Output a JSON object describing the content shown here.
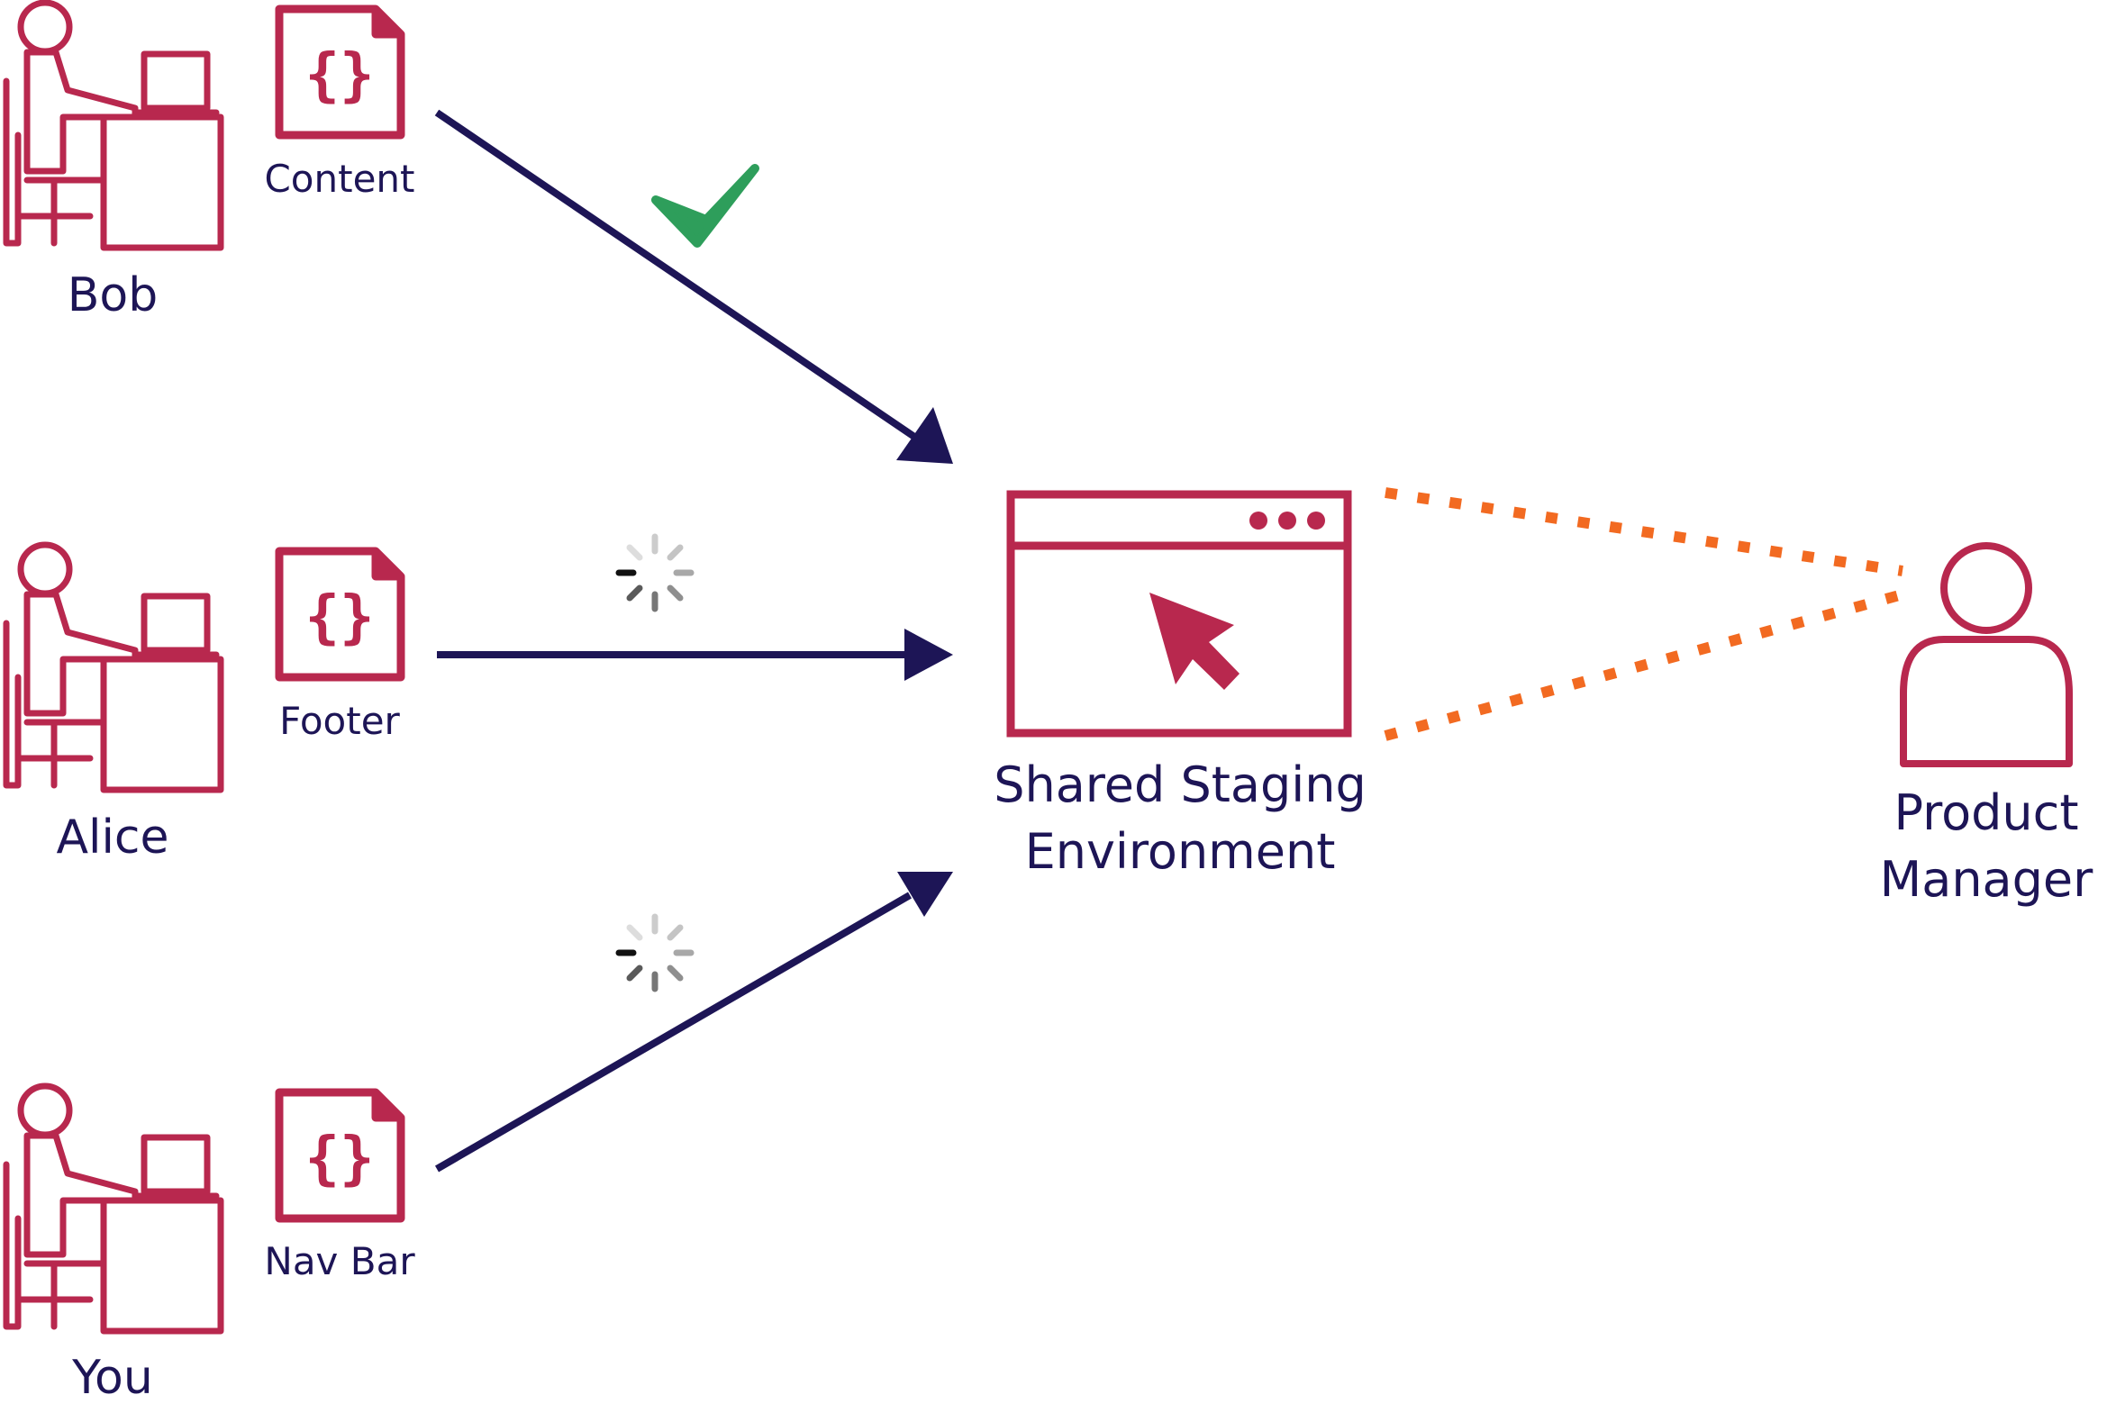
{
  "developers": [
    {
      "name": "Bob",
      "component": "Content",
      "status": "done"
    },
    {
      "name": "Alice",
      "component": "Footer",
      "status": "in-progress"
    },
    {
      "name": "You",
      "component": "Nav Bar",
      "status": "in-progress"
    }
  ],
  "staging": {
    "line1": "Shared Staging",
    "line2": "Environment"
  },
  "product_manager": {
    "line1": "Product",
    "line2": "Manager"
  },
  "icons": {
    "developer": "person-at-desk-icon",
    "file": "code-file-icon",
    "done": "checkmark-icon",
    "in_progress": "loading-spinner-icon",
    "staging": "browser-window-cursor-icon",
    "manager": "person-icon"
  },
  "colors": {
    "icon": "#b8284e",
    "arrow": "#1d1556",
    "text": "#1d1556",
    "check": "#2e9e5b",
    "dotted": "#f26a21"
  }
}
